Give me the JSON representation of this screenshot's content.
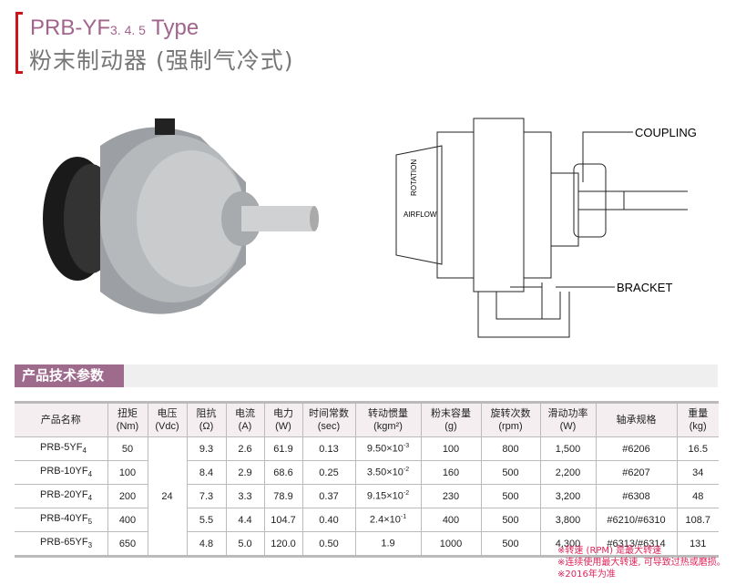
{
  "title": {
    "main": "PRB-YF",
    "sub": "3. 4. 5",
    "type": " Type",
    "subtitle": "粉末制动器 (强制气冷式)"
  },
  "diagram": {
    "coupling": "COUPLING",
    "bracket": "BRACKET",
    "rotation": "ROTATION",
    "airflow": "AIRFLOW"
  },
  "section": {
    "title": "产品技术参数"
  },
  "table": {
    "headers": [
      [
        "产品名称",
        ""
      ],
      [
        "扭矩",
        "(Nm)"
      ],
      [
        "电压",
        "(Vdc)"
      ],
      [
        "阻抗",
        "(Ω)"
      ],
      [
        "电流",
        "(A)"
      ],
      [
        "电力",
        "(W)"
      ],
      [
        "时间常数",
        "(sec)"
      ],
      [
        "转动惯量",
        "(kgm²)"
      ],
      [
        "粉末容量",
        "(g)"
      ],
      [
        "旋转次数",
        "(rpm)"
      ],
      [
        "滑动功率",
        "(W)"
      ],
      [
        "轴承规格",
        ""
      ],
      [
        "重量",
        "(kg)"
      ]
    ],
    "voltage": "24",
    "rows": [
      {
        "name": "PRB-5YF",
        "sub": "4",
        "torque": "50",
        "imp": "9.3",
        "cur": "2.6",
        "pow": "61.9",
        "tc": "0.13",
        "inertia": "9.50×10",
        "exp": "-3",
        "powder": "100",
        "rpm": "800",
        "slip": "1,500",
        "bearing": "#6206",
        "weight": "16.5"
      },
      {
        "name": "PRB-10YF",
        "sub": "4",
        "torque": "100",
        "imp": "8.4",
        "cur": "2.9",
        "pow": "68.6",
        "tc": "0.25",
        "inertia": "3.50×10",
        "exp": "-2",
        "powder": "160",
        "rpm": "500",
        "slip": "2,200",
        "bearing": "#6207",
        "weight": "34"
      },
      {
        "name": "PRB-20YF",
        "sub": "4",
        "torque": "200",
        "imp": "7.3",
        "cur": "3.3",
        "pow": "78.9",
        "tc": "0.37",
        "inertia": "9.15×10",
        "exp": "-2",
        "powder": "230",
        "rpm": "500",
        "slip": "3,200",
        "bearing": "#6308",
        "weight": "48"
      },
      {
        "name": "PRB-40YF",
        "sub": "5",
        "torque": "400",
        "imp": "5.5",
        "cur": "4.4",
        "pow": "104.7",
        "tc": "0.40",
        "inertia": "2.4×10",
        "exp": "-1",
        "powder": "400",
        "rpm": "500",
        "slip": "3,800",
        "bearing": "#6210/#6310",
        "weight": "108.7"
      },
      {
        "name": "PRB-65YF",
        "sub": "3",
        "torque": "650",
        "imp": "4.8",
        "cur": "5.0",
        "pow": "120.0",
        "tc": "0.50",
        "inertia": "1.9",
        "exp": "",
        "powder": "1000",
        "rpm": "500",
        "slip": "4,300",
        "bearing": "#6313/#6314",
        "weight": "131"
      }
    ]
  },
  "notes": [
    "※转速 (RPM) 是最大转速",
    "※连续使用最大转速, 可导致过热或磨损。",
    "※2016年为准"
  ]
}
